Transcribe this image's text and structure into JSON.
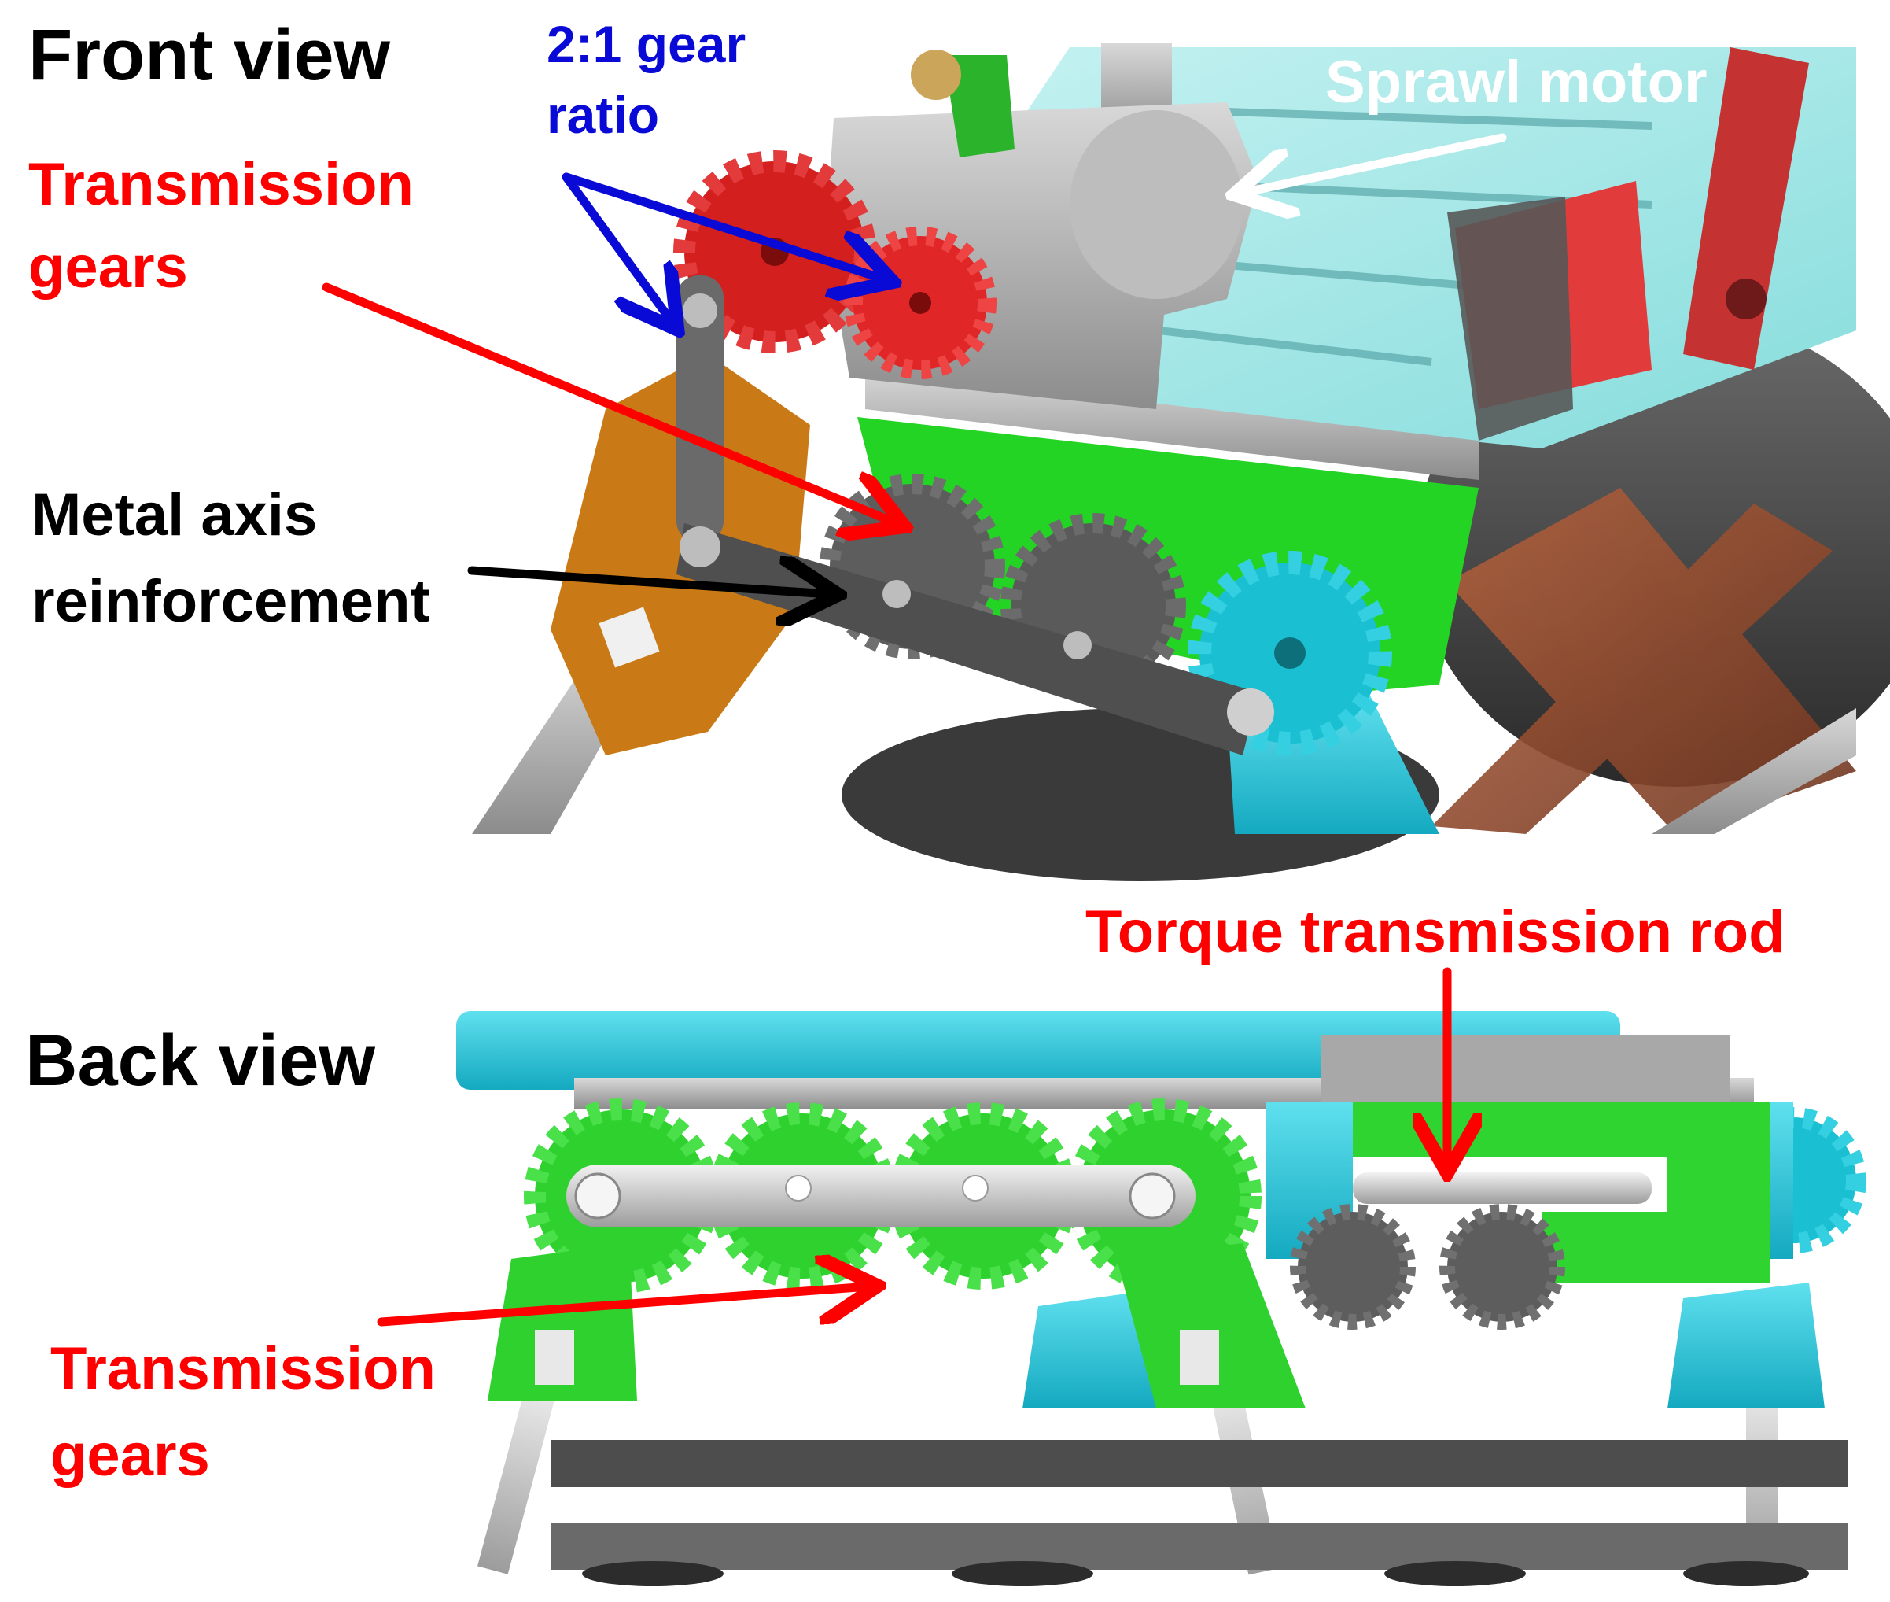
{
  "front_view": {
    "title": "Front view",
    "labels": {
      "gear_ratio_line1": "2:1 gear",
      "gear_ratio_line2": "ratio",
      "transmission_line1": "Transmission",
      "transmission_line2": "gears",
      "metal_axis_line1": "Metal axis",
      "metal_axis_line2": "reinforcement",
      "sprawl_motor": "Sprawl motor"
    }
  },
  "back_view": {
    "title": "Back view",
    "labels": {
      "torque_rod": "Torque transmission rod",
      "transmission_line1": "Transmission",
      "transmission_line2": "gears"
    }
  },
  "colors": {
    "red_callout": "#ff0000",
    "blue_callout": "#0a0ad6",
    "black_callout": "#000000",
    "white_callout": "#ffffff",
    "gear_red": "#d92424",
    "gear_orange": "#c77a14",
    "gear_green": "#2fd12f",
    "gear_cyan": "#18c3d6",
    "frame_gray": "#9a9a9a",
    "panel_glass": "#9fe6e6"
  }
}
